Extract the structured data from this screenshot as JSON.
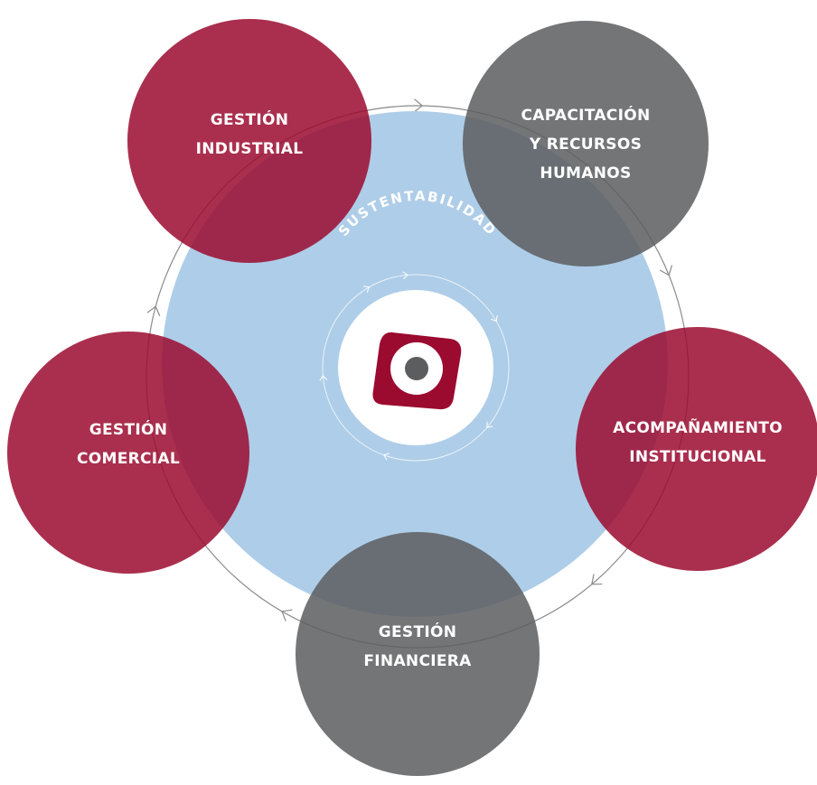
{
  "center": {
    "title": "SUSTENTABILIDAD",
    "logo_icon": "brand-logo-icon"
  },
  "nodes": [
    {
      "id": "gestion-industrial",
      "lines": [
        "GESTIÓN",
        "INDUSTRIAL"
      ],
      "color": "#9b0a2f"
    },
    {
      "id": "capacitacion-rrhh",
      "lines": [
        "CAPACITACIÓN",
        "Y RECURSOS",
        "HUMANOS"
      ],
      "color": "#5c5d5f"
    },
    {
      "id": "acompanamiento-institucional",
      "lines": [
        "ACOMPAÑAMIENTO",
        "INSTITUCIONAL"
      ],
      "color": "#9b0a2f"
    },
    {
      "id": "gestion-financiera",
      "lines": [
        "GESTIÓN",
        "FINANCIERA"
      ],
      "color": "#5c5d5f"
    },
    {
      "id": "gestion-comercial",
      "lines": [
        "GESTIÓN",
        "COMERCIAL"
      ],
      "color": "#9b0a2f"
    }
  ],
  "colors": {
    "center_circle": "#aecde8",
    "accent_red": "#9b0a2f",
    "accent_grey": "#5c5d5f",
    "cycle_ring": "#8a8a8a",
    "inner_ring": "#ffffff"
  },
  "icons": [
    "cycle-arrow-icon",
    "brand-logo-icon"
  ]
}
